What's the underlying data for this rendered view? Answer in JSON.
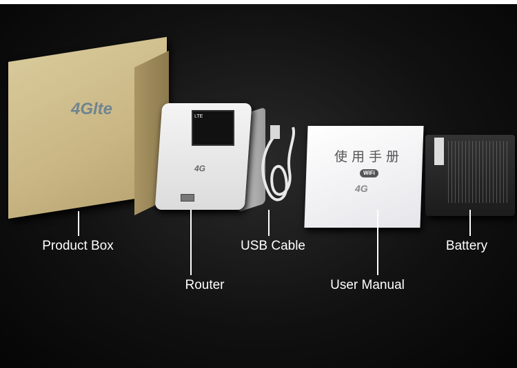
{
  "products": {
    "box": {
      "label": "Product Box",
      "logo": "4Glte"
    },
    "router": {
      "label": "Router",
      "badge": "4G",
      "screen_text": "LTE"
    },
    "cable": {
      "label": "USB Cable"
    },
    "manual": {
      "label": "User Manual",
      "title": "使用手册",
      "wifi_badge": "WiFi",
      "badge": "4G"
    },
    "battery": {
      "label": "Battery"
    }
  },
  "colors": {
    "background": "#0a0a0a",
    "label_text": "#ffffff",
    "box": "#cdbb88"
  }
}
